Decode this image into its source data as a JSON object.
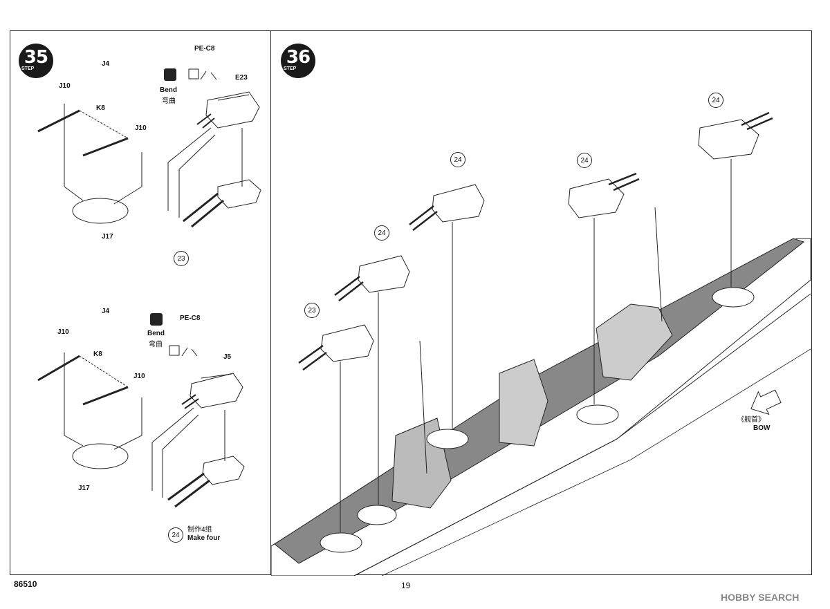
{
  "steps": [
    {
      "number": "35",
      "word": "STEP"
    },
    {
      "number": "36",
      "word": "STEP"
    }
  ],
  "step35": {
    "upper": {
      "parts": {
        "j4": "J4",
        "j10a": "J10",
        "k8": "K8",
        "j10b": "J10",
        "j17": "J17",
        "pe": "PE-C8",
        "e23": "E23"
      },
      "bend_en": "Bend",
      "bend_cn": "弯曲",
      "callout": "23"
    },
    "lower": {
      "parts": {
        "j4": "J4",
        "j10a": "J10",
        "k8": "K8",
        "j10b": "J10",
        "j17": "J17",
        "pe": "PE-C8",
        "j5": "J5"
      },
      "bend_en": "Bend",
      "bend_cn": "弯曲",
      "callout": "24",
      "make_cn": "制作4组",
      "make_en": "Make four"
    }
  },
  "step36": {
    "callouts": [
      "23",
      "24",
      "24",
      "24",
      "24"
    ],
    "bow_cn": "《舰首》",
    "bow_en": "BOW"
  },
  "footer": {
    "code": "86510",
    "page": "19",
    "watermark": "HOBBY SEARCH"
  }
}
